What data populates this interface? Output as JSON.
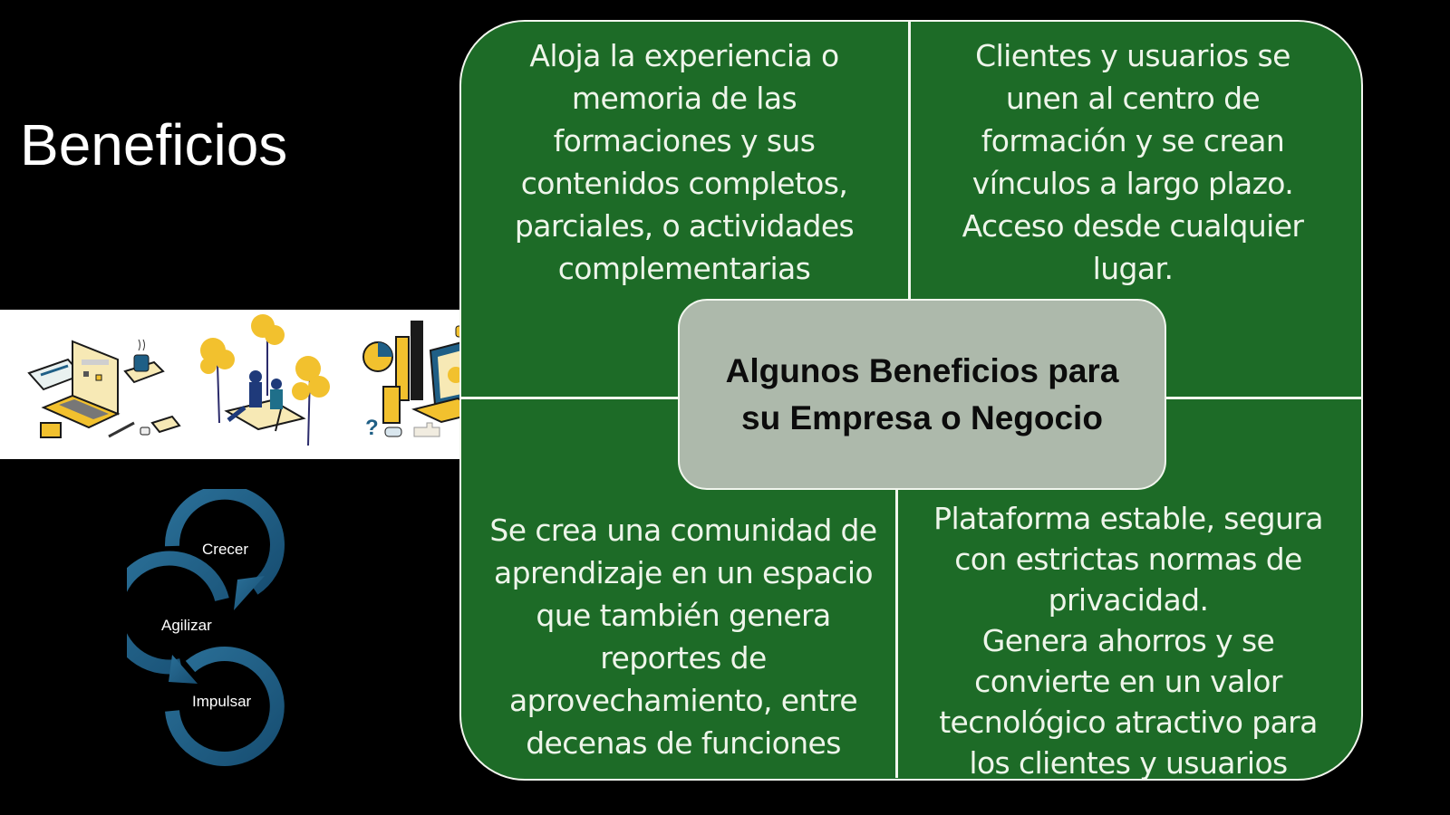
{
  "slide": {
    "title": "Beneficios",
    "colors": {
      "background": "#000000",
      "panel_green": "#1d6b27",
      "center_box": "#adb9ab",
      "divider": "#f2f6ee",
      "cycle_blue": "#1f5f86",
      "illustration_yellow": "#f2c12e"
    }
  },
  "illustrations": [
    {
      "name": "laptop-workspace",
      "description": "Isometric laptop with coffee cup and notebook"
    },
    {
      "name": "people-on-bench",
      "description": "Two people on a bench among yellow trees"
    },
    {
      "name": "analytics-puzzle",
      "description": "Charts, laptop, puzzle pieces and person with question marks"
    }
  ],
  "cycle": {
    "items": [
      "Crecer",
      "Agilizar",
      "Impulsar"
    ]
  },
  "quadrants": {
    "top_left": "Aloja la experiencia o\nmemoria de las\nformaciones y sus\ncontenidos completos,\nparciales, o actividades\ncomplementarias",
    "top_right": "Clientes  y usuarios se\nunen al centro de\nformación y se crean\nvínculos a largo plazo.\nAcceso desde cualquier\nlugar.",
    "bottom_left": "Se crea una comunidad de\naprendizaje en un espacio\nque también genera\nreportes de\naprovechamiento, entre\ndecenas de funciones",
    "bottom_right": "Plataforma estable, segura\ncon estrictas normas de\nprivacidad.\nGenera ahorros y se\nconvierte en un valor\ntecnológico atractivo para\nlos clientes y usuarios"
  },
  "center": {
    "title": "Algunos Beneficios para\nsu Empresa o Negocio"
  }
}
